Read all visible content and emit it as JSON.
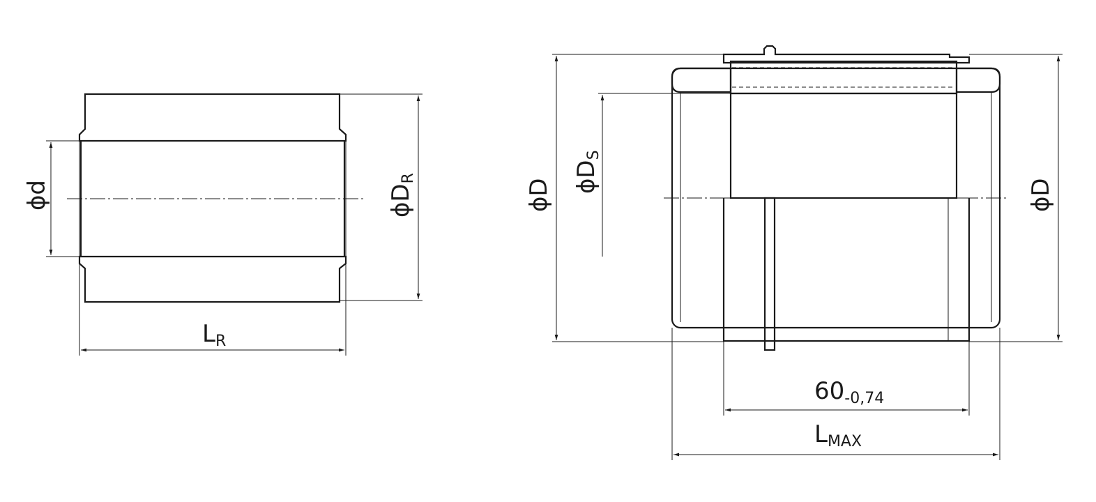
{
  "left_view": {
    "bore_prefix": "ϕ",
    "bore_label": "d",
    "outer_prefix": "ϕ",
    "outer_main": "D",
    "outer_sub": "R",
    "length_main": "L",
    "length_sub": "R"
  },
  "right_view": {
    "outer_left_prefix": "ϕ",
    "outer_left_label": "D",
    "shaft_prefix": "ϕ",
    "shaft_main": "D",
    "shaft_sub": "S",
    "outer_right_prefix": "ϕ",
    "outer_right_label": "D",
    "sleeve_length_main": "60",
    "sleeve_length_tol": "-0,74",
    "max_length_main": "L",
    "max_length_sub": "MAX"
  }
}
